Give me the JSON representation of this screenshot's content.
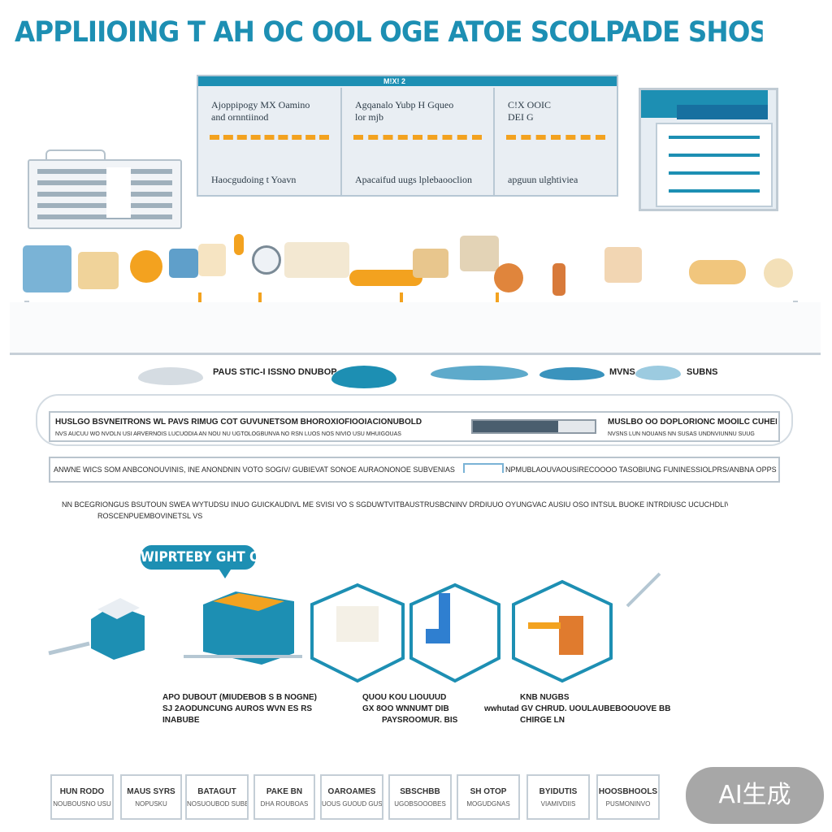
{
  "title": "APPLIIOING T AH OC OOL OGE ATOE SCOLPADE SHOSHOIP SUBDUNTY",
  "panel": {
    "tab": "M!X! 2",
    "columns": [
      {
        "head": "Ajoppipogy MX Oamino\nand ornntiinod",
        "foot": "Haocgudoing t Yoavn"
      },
      {
        "head": "Agqanalo Yubp H Gqueo\nlor mjb",
        "foot": "Apacaifud uugs lplebaooclion"
      },
      {
        "head": "C!X OOIC\nDEI G",
        "foot": "apguun ulghtiviea"
      }
    ]
  },
  "fish_labels": [
    "PAUS STIC-I ISSNO DNUBOP",
    "MVNS",
    "SUBNS"
  ],
  "box1": {
    "left_title": "HUSLGO BSVNEITRONS WL PAVS RIMUG COT GUVUNETSOM BHOROXIOFIOOIACIONUBOLD",
    "left_sub": "NVS AUCUU WO NVOLN USI ARVERNOIS LUCUODIA AN NOU NU UGTOLOGBUNVA NO RSN LUOS NOS NIVIO USU MHUIGOUAS",
    "right_title": "MUSLBO OO DOPLORIONC MOOILC CUHENNITS",
    "right_sub": "NVSNS LUN NOUANS NN SUSAS UNDNVIUNNU SUUG",
    "progress": 0.7
  },
  "box2": {
    "left": "ANWNE WICS SOM ANBCONOUVINIS, INE ANONDNIN VOTO SOGIV/ GUBIEVAT SONOE AURAONONOE SUBVENIAS",
    "right": "NPMUBLAOUVAOUSIRECOOOO TASOBIUNG FUNINESSIOLPRS/ANBNA OPPS"
  },
  "paragraph": [
    "NN BCEGRIONGUS BSUTOUN SWEA WYTUDSU INUO GUICKAUDIVL ME SVISI VO S SGDUWTVITBAUSTRUSBCNINV DRDIUUO OYUNGVAC AUSIU OSO INTSUL BUOKE INTRDIUSC UCUCHDLIVRA RURE MICTDAVAR DSUUO BUS SOLRS OVUIKAS. NCOSUOUDE",
    "ROSCENPUEMBOVINETSL VS"
  ],
  "bubble": "WIPRTEBY GHT ONIET",
  "captions": [
    {
      "lines": [
        "APO DUBOUT (MIUDEBOB S B NOGNE)",
        "SJ 2AODUNCUNG AUROS WVN ES RS",
        "INABUBE"
      ]
    },
    {
      "lines": [
        "QUOU KOU LIOUUUD",
        "GX 8OO WNNUMT DIB",
        "PAYSROOMUR. BIS"
      ]
    },
    {
      "lines": [
        "KNB NUGBS",
        "wwhutad GV CHRUD. UOULAUBEBOOUOVE BB",
        "CHIRGE LN"
      ]
    }
  ],
  "bottom_cards": [
    {
      "label": "HUN RODO",
      "sub": "NOUBOUSNO USU"
    },
    {
      "label": "MAUS SYRS",
      "sub": "NOPUSKU"
    },
    {
      "label": "BATAGUT",
      "sub": "NOSUOUBOD SUBB"
    },
    {
      "label": "PAKE BN",
      "sub": "DHA ROUBOAS"
    },
    {
      "label": "OAROAMES",
      "sub": "UOUS GUOUD GUS"
    },
    {
      "label": "SBSCHBB",
      "sub": "UGOBSOOOBES"
    },
    {
      "label": "SH OTOP",
      "sub": "MOGUDGNAS"
    },
    {
      "label": "BYIDUTIS",
      "sub": "VIAMIVDIIS"
    },
    {
      "label": "HOOSBHOOLS",
      "sub": "PUSMONINVO"
    }
  ],
  "watermark": "AI生成",
  "colors": {
    "accent": "#1d8fb3",
    "orange": "#f3a21f",
    "border": "#b6c7d4"
  }
}
